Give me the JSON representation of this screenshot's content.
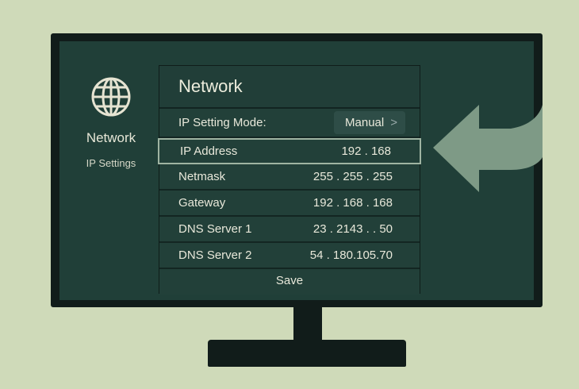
{
  "sidebar": {
    "icon": "globe-icon",
    "title": "Network",
    "subtitle": "IP Settings"
  },
  "panel": {
    "title": "Network",
    "mode_label": "IP Setting Mode:",
    "mode_value": "Manual",
    "rows": [
      {
        "label": "IP Address",
        "value": "192 . 168"
      },
      {
        "label": "Netmask",
        "value": "255 . 255 . 255"
      },
      {
        "label": "Gateway",
        "value": "192 . 168 . 168"
      },
      {
        "label": "DNS Server 1",
        "value": "23 . 2143 . . 50"
      },
      {
        "label": "DNS Server 2",
        "value": "54 . 180.105.70"
      }
    ],
    "save_label": "Save"
  },
  "colors": {
    "background": "#cfdab9",
    "screen": "#203f38",
    "arrow": "#7e9a86"
  }
}
